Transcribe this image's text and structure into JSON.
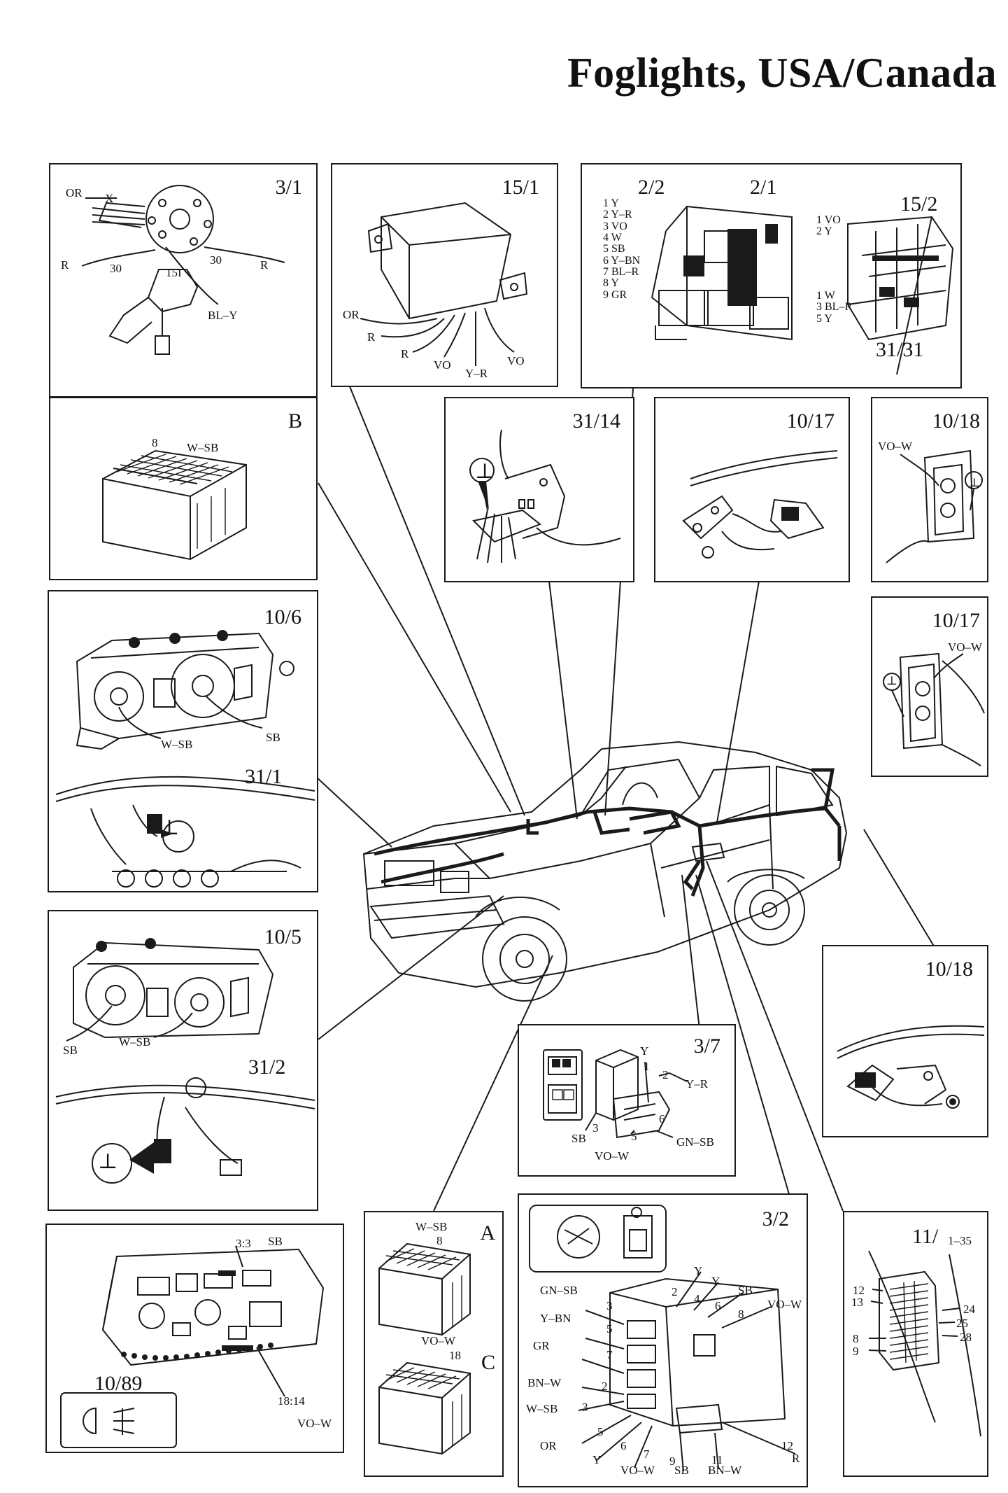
{
  "title": "Foglights, USA/Canada",
  "panels": {
    "p3_1": {
      "ref": "3/1",
      "labels": [
        "OR",
        "X",
        "R",
        "30",
        "15I",
        "30",
        "R",
        "BL–Y"
      ]
    },
    "p15_1": {
      "ref": "15/1",
      "labels": [
        "OR",
        "R",
        "R",
        "VO",
        "Y–R",
        "VO"
      ]
    },
    "p2_2": {
      "ref_a": "2/2",
      "ref_b": "2/1",
      "ref_c": "15/2",
      "ref_d": "31/31",
      "list_left": [
        "1 Y",
        "2 Y–R",
        "3 VO",
        "4 W",
        "5 SB",
        "6 Y–BN",
        "7 BL–R",
        "8 Y",
        "9 GR"
      ],
      "list_right_top": [
        "1 VO",
        "2 Y"
      ],
      "list_right_bottom": [
        "1 W",
        "3 BL–R",
        "5 Y"
      ]
    },
    "pB": {
      "ref": "B",
      "labels": [
        "8",
        "W–SB"
      ]
    },
    "p31_14": {
      "ref": "31/14",
      "ground": "⊥"
    },
    "p10_17a": {
      "ref": "10/17"
    },
    "p10_18a": {
      "ref": "10/18",
      "labels": [
        "VO–W"
      ],
      "ground": "⊥"
    },
    "p10_17b": {
      "ref": "10/17",
      "labels": [
        "VO–W"
      ],
      "ground": "⊥"
    },
    "p10_6": {
      "ref": "10/6",
      "ref2": "31/1",
      "labels": [
        "W–SB",
        "SB"
      ],
      "ground": "⊥"
    },
    "p10_5": {
      "ref": "10/5",
      "ref2": "31/2",
      "labels": [
        "SB",
        "W–SB"
      ],
      "ground": "⊥"
    },
    "p10_18b": {
      "ref": "10/18"
    },
    "p3_7": {
      "ref": "3/7",
      "labels": [
        "Y",
        "1",
        "2",
        "Y–R",
        "6",
        "3",
        "SB",
        "5",
        "VO–W",
        "GN–SB"
      ]
    },
    "p10_89": {
      "ref": "10/89",
      "labels": [
        "3:3",
        "SB",
        "18:14",
        "VO–W"
      ]
    },
    "pAC": {
      "ref_a": "A",
      "ref_c": "C",
      "labels": [
        "W–SB",
        "8",
        "VO–W",
        "18"
      ]
    },
    "p3_2": {
      "ref": "3/2",
      "labels": [
        "GN–SB",
        "Y–BN",
        "GR",
        "BN–W",
        "W–SB",
        "OR",
        "Y",
        "VO–W",
        "SB",
        "BN–W",
        "R",
        "Y",
        "Y",
        "SB",
        "VO–W"
      ],
      "pins": [
        "2",
        "4",
        "6",
        "8",
        "3",
        "5",
        "7",
        "2",
        "3",
        "5",
        "6",
        "7",
        "9",
        "11",
        "12"
      ]
    },
    "p11": {
      "ref": "11/",
      "ref_sub": "1–35",
      "labels": [
        "12",
        "13",
        "8",
        "9",
        "24",
        "25",
        "28"
      ]
    }
  }
}
